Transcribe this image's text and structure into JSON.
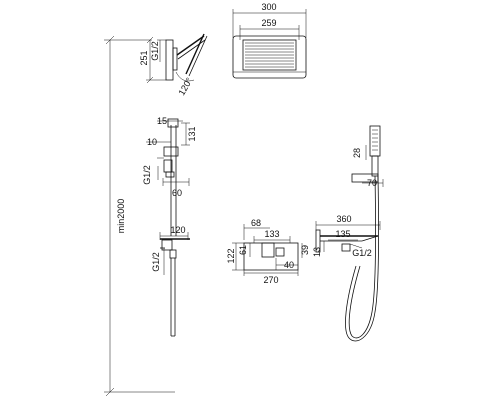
{
  "dimensions": {
    "shower_head": {
      "height": "251",
      "thread": "G1/2",
      "angle": "120°"
    },
    "shower_top": {
      "width_outer": "300",
      "width_inner": "259"
    },
    "rail": {
      "d15": "15",
      "d131": "131",
      "d10": "10",
      "thread": "G1/2",
      "d60": "60"
    },
    "height": {
      "label": "min2000"
    },
    "hand_shower": {
      "d28": "28",
      "d70": "70"
    },
    "spout": {
      "d360": "360",
      "d135": "135",
      "d13": "13",
      "thread": "G1/2"
    },
    "valve": {
      "d68": "68",
      "d133": "133",
      "d122": "122",
      "d61": "61",
      "d39": "39",
      "d40": "40",
      "d270": "270"
    },
    "arm": {
      "d120": "120",
      "thread": "G1/2"
    }
  }
}
